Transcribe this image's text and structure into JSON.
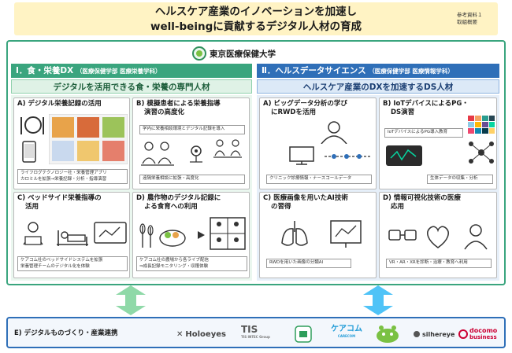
{
  "title": {
    "line1": "ヘルスケア産業のイノベーションを加速し",
    "line2": "well-beingに貢献するデジタル人材の育成"
  },
  "ref_note": {
    "line1": "参考資料１",
    "line2": "取組概要"
  },
  "university": "東京医療保健大学",
  "left": {
    "heading": "Ⅰ．食・栄養DX",
    "heading_sub": "（医療保健学部 医療栄養学科）",
    "subtitle": "デジタルを活用できる食・栄養の専門人材",
    "cards": {
      "a": {
        "title": "A) デジタル栄養記録の活用",
        "note1": "ライフログテクノロジー社・栄養管理アプリ",
        "note2": "カロミルを拡張→栄養記録・分析・指導演習"
      },
      "b": {
        "title1": "B) 模擬患者による栄養指導",
        "title2": "演習の高度化",
        "note_top": "学内に栄養相談環境とデジタル記録を導入",
        "note_bottom": "遠隔栄養相談に拡張・高度化"
      },
      "c": {
        "title1": "C) ベッドサイド栄養指導の",
        "title2": "活用",
        "note1": "ケアコム社のベッドサイドシステムを拡張",
        "note2": "栄養管理チームのデジタル化を体験"
      },
      "d": {
        "title1": "D) 農作物のデジタル記録に",
        "title2": "よる食育への利用",
        "note1": "ケアコム社の農場から各ライブ配信",
        "note2": "⇒成長記録モニタリング・収穫体験"
      }
    }
  },
  "right": {
    "heading": "Ⅱ．ヘルスデータサイエンス",
    "heading_sub": "（医療保健学部 医療情報学科）",
    "subtitle": "ヘルスケア産業のDXを加速するDS人材",
    "cards": {
      "a": {
        "title1": "A) ビッグデータ分析の学び",
        "title2": "にRWDを活用",
        "note": "クリニック診療情報・ナースコールデータ"
      },
      "b": {
        "title1": "B) IoTデバイスによるPG・",
        "title2": "DS演習",
        "note_top": "IoTデバイスによるPG導入教育",
        "note_bottom": "生体データの収集・分析"
      },
      "c": {
        "title1": "C) 医療画像を用いたAI技術",
        "title2": "の習得",
        "note": "RWDを用いた画像の分類AI"
      },
      "d": {
        "title1": "D) 情報可視化技術の医療",
        "title2": "応用",
        "note": "VR・AR・XRを診断・治療・教育へ利用"
      }
    }
  },
  "bottom": {
    "title": "E) デジタルものづくり・産業連携",
    "logos": [
      "Holoeyes",
      "TIS",
      "TIS INTEC Group",
      "ケアコム",
      "CARECOM",
      "silhereye",
      "docomo",
      "business"
    ]
  },
  "colors": {
    "green": "#3aa57e",
    "blue": "#2f6fb8",
    "title_bg": "#fff3c4"
  }
}
